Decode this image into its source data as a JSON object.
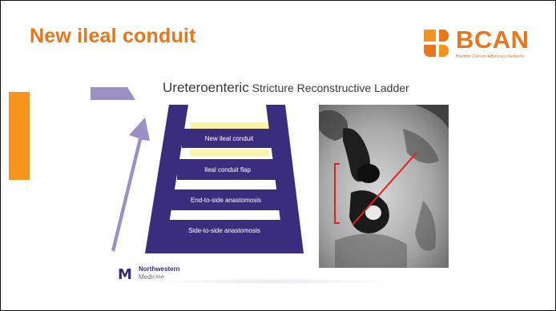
{
  "slide": {
    "title": "New ileal conduit",
    "accent_color": "#f7941d",
    "title_color": "#e8761c"
  },
  "logo": {
    "brand": "BCAN",
    "tagline": "Bladder Cancer Advocacy Network",
    "icon": "bcan-logo-mark"
  },
  "figure": {
    "heading_main": "Ureteroenteric",
    "heading_rest": " Stricture Reconstructive Ladder",
    "ladder_color": "#3b2d7e",
    "arrow_color": "#9b8fc4",
    "highlight_color": "#fff3a8",
    "rungs": [
      "New ileal conduit",
      "Ileal conduit flap",
      "End-to-side anastomosis",
      "Side-to-side anastomosis"
    ],
    "institution_name": "Northwestern",
    "institution_sub": "Medicine",
    "institution_icon": "northwestern-medicine-logo",
    "image": "fluoroscopy-image",
    "annotation_color": "#e0241b"
  }
}
